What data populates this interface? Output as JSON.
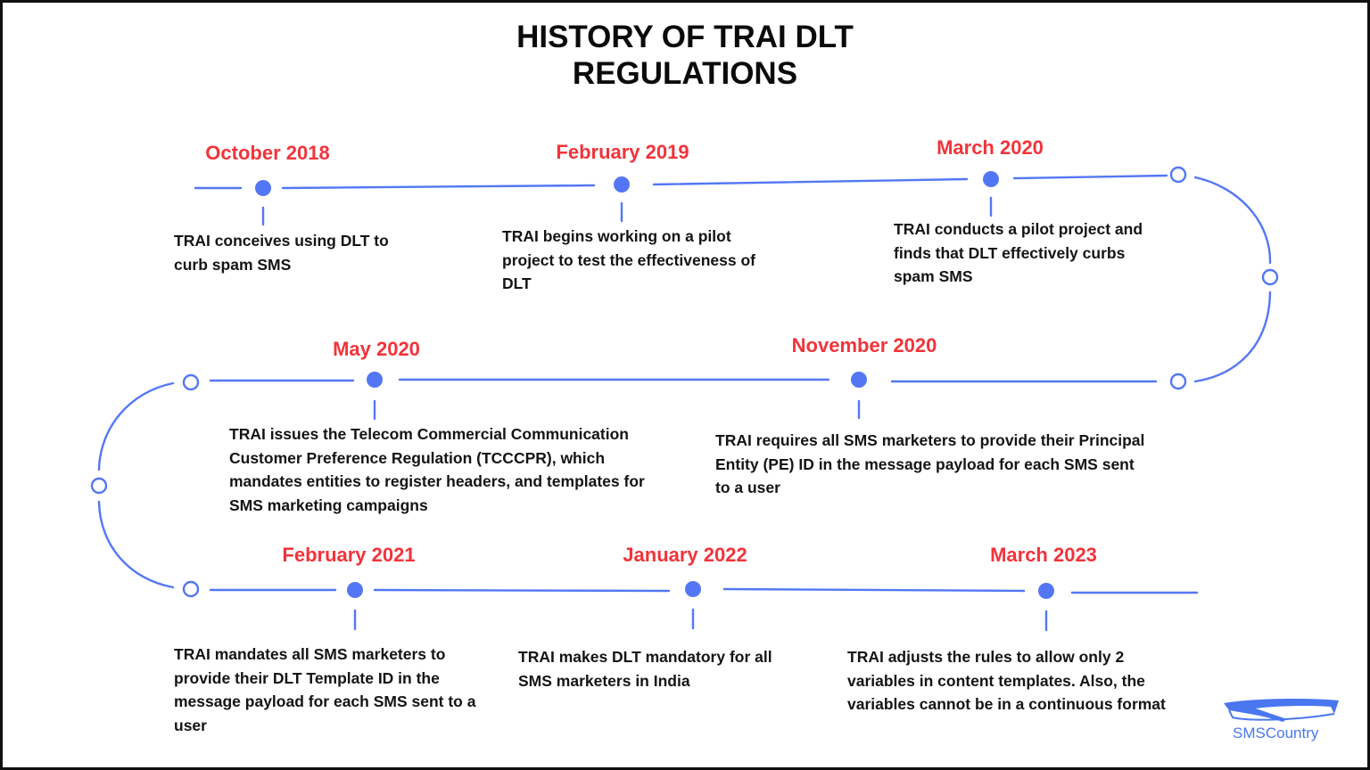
{
  "title": {
    "line1": "HISTORY OF TRAI DLT",
    "line2": "REGULATIONS"
  },
  "colors": {
    "accent_line": "#5377f4",
    "date_red": "#f2333a",
    "text": "#141414"
  },
  "events": [
    {
      "date": "October 2018",
      "description": "TRAI conceives using DLT to curb spam SMS"
    },
    {
      "date": "February 2019",
      "description": "TRAI begins working on a pilot project to test the effectiveness of DLT"
    },
    {
      "date": "March 2020",
      "description": "TRAI conducts a pilot project and finds that DLT effectively curbs spam SMS"
    },
    {
      "date": "May 2020",
      "description": "TRAI issues the Telecom Commercial Communication Customer Preference Regulation (TCCCPR), which mandates entities to register headers, and templates for SMS marketing campaigns"
    },
    {
      "date": "November 2020",
      "description": "TRAI requires all SMS marketers to provide their Principal Entity (PE) ID in the message payload for each SMS sent to a user"
    },
    {
      "date": "February 2021",
      "description": "TRAI mandates all SMS marketers to provide their DLT Template ID in the message payload for each SMS sent to a user"
    },
    {
      "date": "January 2022",
      "description": "TRAI makes DLT mandatory for all SMS marketers in India"
    },
    {
      "date": "March 2023",
      "description": "TRAI adjusts the rules to allow only 2 variables in content templates. Also, the variables cannot be in a continuous format"
    }
  ],
  "logo": {
    "text": "SMSCountry"
  }
}
